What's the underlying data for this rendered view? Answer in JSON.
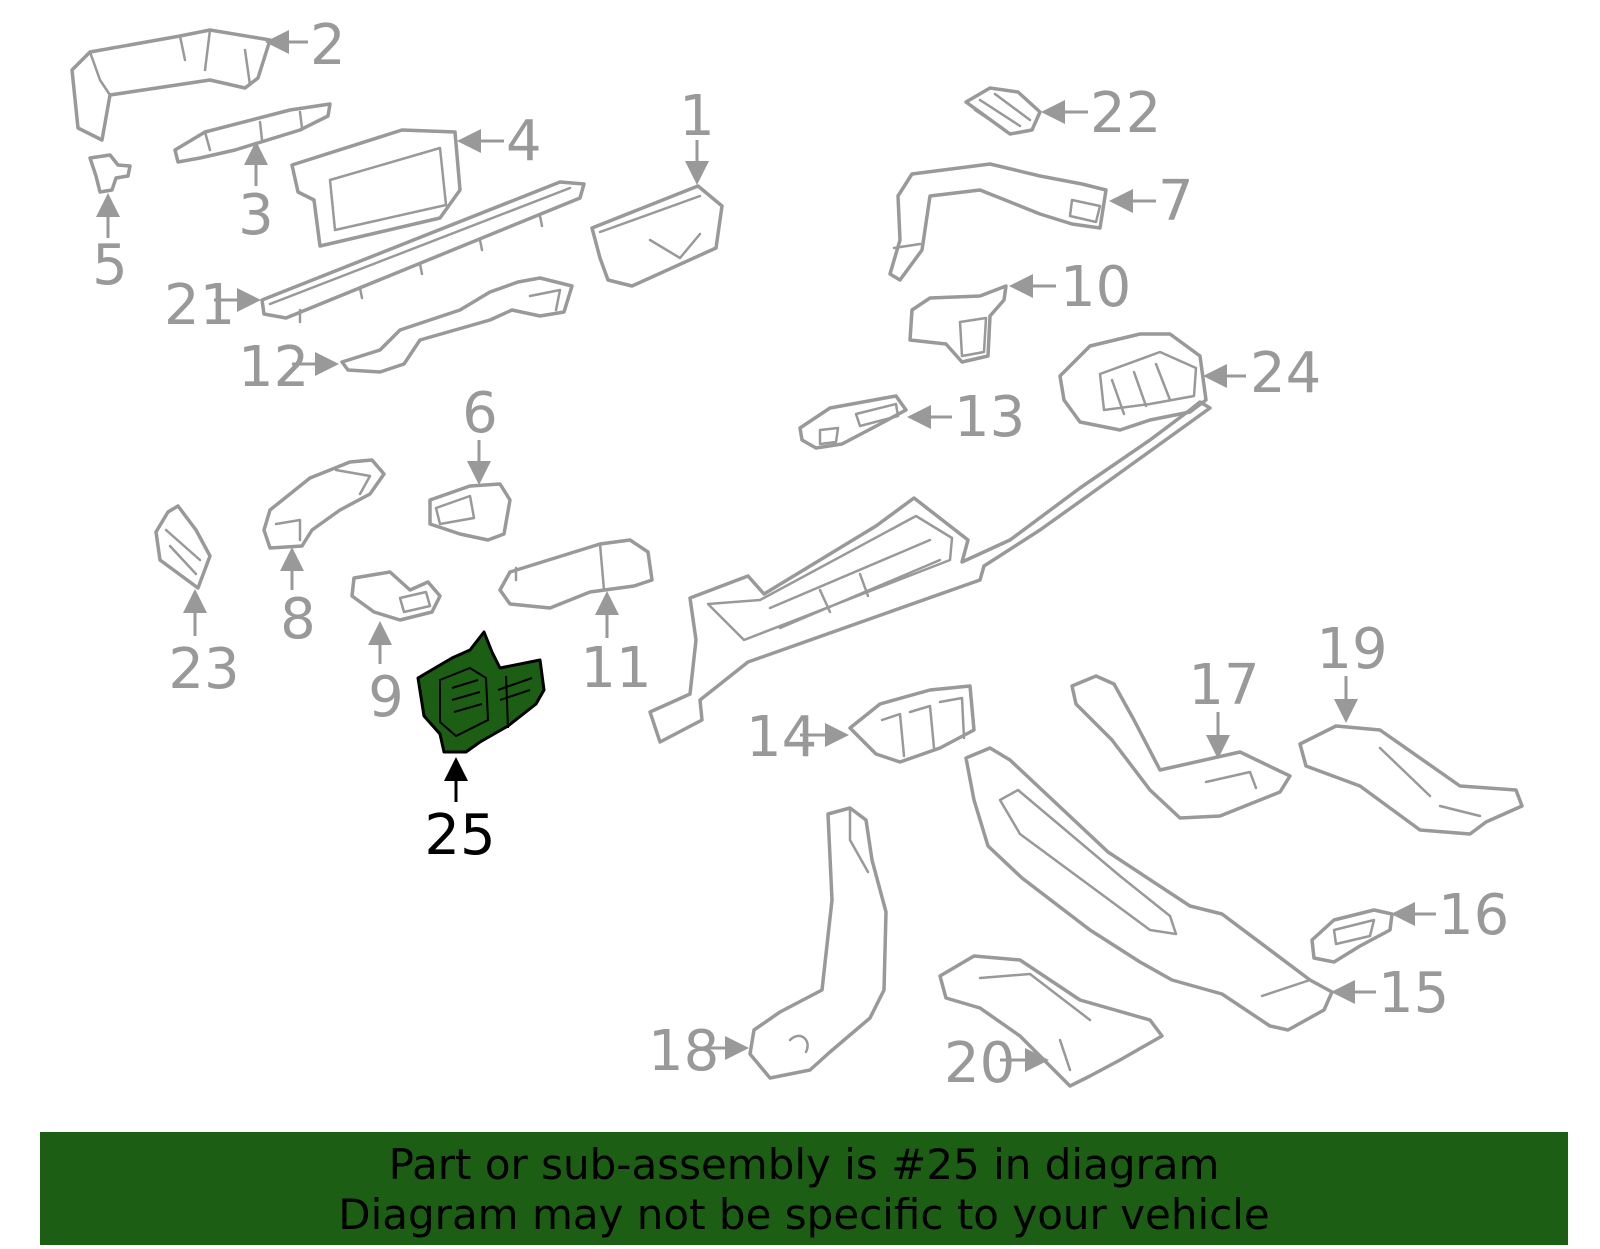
{
  "diagram": {
    "callouts": [
      "1",
      "2",
      "3",
      "4",
      "5",
      "6",
      "7",
      "8",
      "9",
      "10",
      "11",
      "12",
      "13",
      "14",
      "15",
      "16",
      "17",
      "18",
      "19",
      "20",
      "21",
      "22",
      "23",
      "24",
      "25"
    ],
    "highlighted_part": "25",
    "colors": {
      "line": "#999999",
      "highlight_fill": "#1c5e14",
      "highlight_stroke": "#000000",
      "banner": "#1c5e14"
    }
  },
  "banner": {
    "line1": "Part or sub-assembly is #25 in diagram",
    "line2": "Diagram may not be specific to your vehicle"
  }
}
